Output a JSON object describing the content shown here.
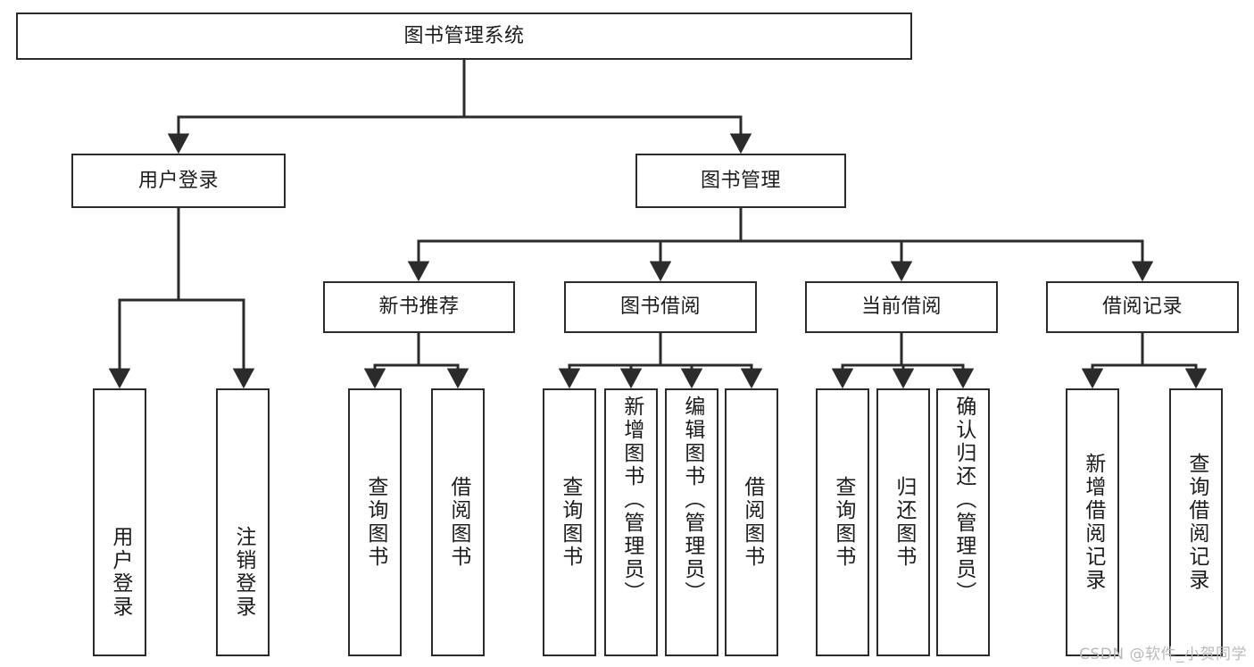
{
  "diagram": {
    "title": "图书管理系统",
    "type": "tree",
    "watermark": "CSDN @软件_小贺同学",
    "colors": {
      "box_border": "#2b2b2b",
      "box_fill": "#ffffff",
      "edge": "#2b2b2b",
      "text": "#1c1c1c",
      "watermark": "#b9b9b9"
    },
    "nodes": {
      "root": {
        "label": "图书管理系统"
      },
      "level2": [
        {
          "label": "用户登录"
        },
        {
          "label": "图书管理"
        }
      ],
      "level3": [
        {
          "label": "新书推荐"
        },
        {
          "label": "图书借阅"
        },
        {
          "label": "当前借阅"
        },
        {
          "label": "借阅记录"
        }
      ],
      "leaves": {
        "user_login": [
          {
            "label": "用户登录"
          },
          {
            "label": "注销登录"
          }
        ],
        "new_book_recommend": [
          {
            "label": "查询图书"
          },
          {
            "label": "借阅图书"
          }
        ],
        "book_borrow": [
          {
            "label": "查询图书"
          },
          {
            "label": "新增图书（管理员）"
          },
          {
            "label": "编辑图书（管理员）"
          },
          {
            "label": "借阅图书"
          }
        ],
        "current_borrow": [
          {
            "label": "查询图书"
          },
          {
            "label": "归还图书"
          },
          {
            "label": "确认归还（管理员）"
          }
        ],
        "borrow_record": [
          {
            "label": "新增借阅记录"
          },
          {
            "label": "查询借阅记录"
          }
        ]
      }
    }
  }
}
